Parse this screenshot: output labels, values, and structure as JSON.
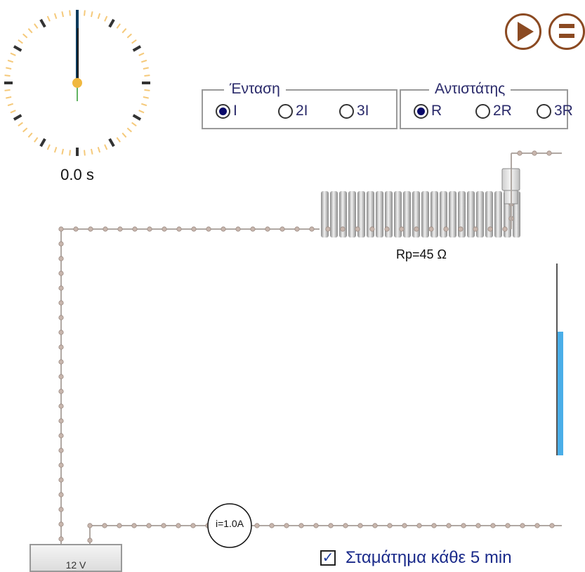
{
  "clock": {
    "time_label": "0.0 s"
  },
  "controls": {
    "play_icon": "play-icon",
    "second_icon": "stop-icon"
  },
  "current_group": {
    "legend": "Ένταση",
    "options": [
      {
        "label": "I",
        "selected": true
      },
      {
        "label": "2I",
        "selected": false
      },
      {
        "label": "3I",
        "selected": false
      }
    ]
  },
  "resistor_group": {
    "legend": "Αντιστάτης",
    "options": [
      {
        "label": "R",
        "selected": true
      },
      {
        "label": "2R",
        "selected": false
      },
      {
        "label": "3R",
        "selected": false
      }
    ]
  },
  "resistor": {
    "label": "Rp=45 Ω"
  },
  "ammeter": {
    "label": "i=1.0A"
  },
  "battery": {
    "label": "12 V"
  },
  "stop_option": {
    "label": "Σταμάτημα κάθε 5 min",
    "checked": true
  },
  "colors": {
    "wire_bead": "#c8b6ad",
    "wire_line": "#b0a8a3",
    "accent": "#8b4a22",
    "water": "#4aaee8",
    "clock_tick": "#f5c97a"
  }
}
